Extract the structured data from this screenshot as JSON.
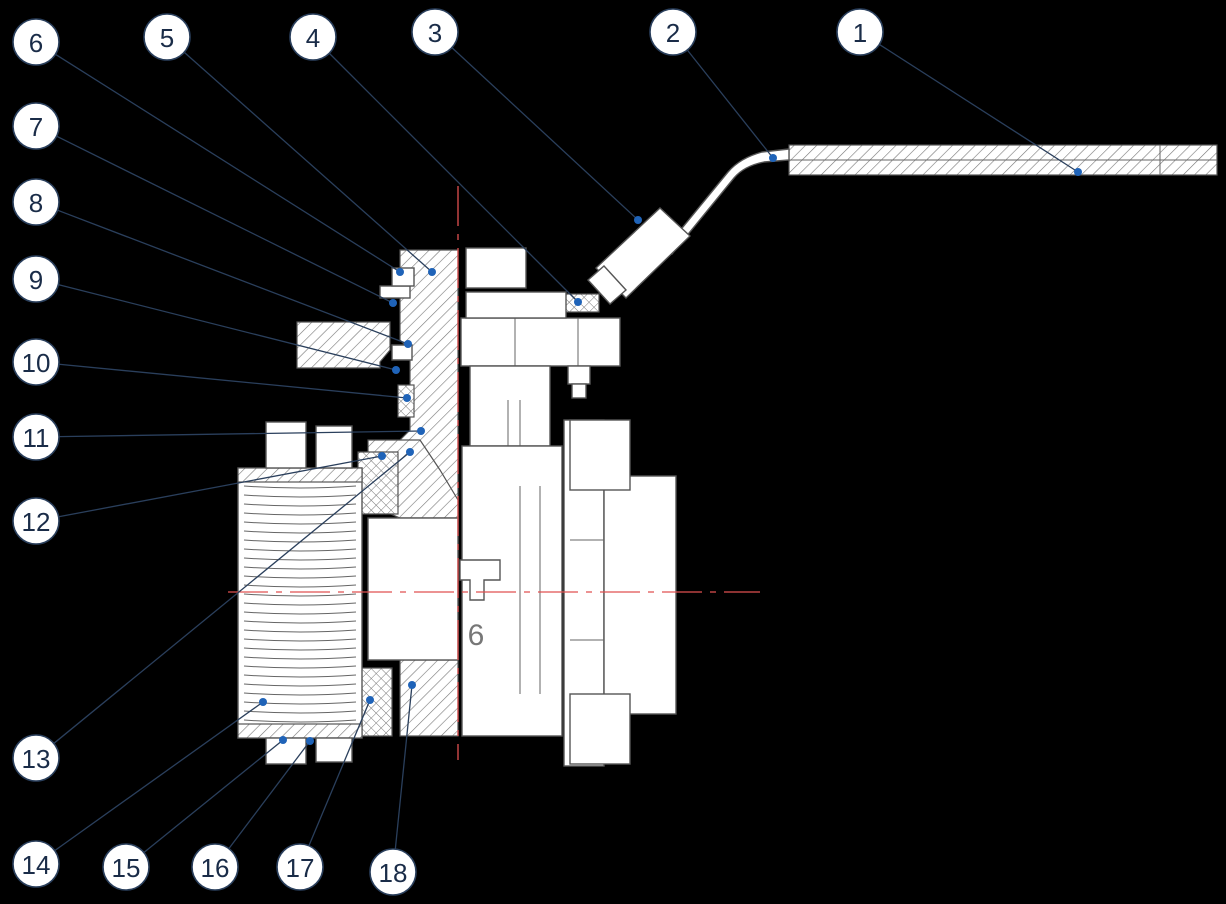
{
  "balloons": [
    {
      "label": "1"
    },
    {
      "label": "2"
    },
    {
      "label": "3"
    },
    {
      "label": "4"
    },
    {
      "label": "5"
    },
    {
      "label": "6"
    },
    {
      "label": "7"
    },
    {
      "label": "8"
    },
    {
      "label": "9"
    },
    {
      "label": "10"
    },
    {
      "label": "11"
    },
    {
      "label": "12"
    },
    {
      "label": "13"
    },
    {
      "label": "14"
    },
    {
      "label": "15"
    },
    {
      "label": "16"
    },
    {
      "label": "17"
    },
    {
      "label": "18"
    }
  ],
  "body_marking": "6",
  "colors": {
    "leader": "#2a3f5c",
    "dot": "#1f63b8",
    "centerline": "#e05050"
  }
}
